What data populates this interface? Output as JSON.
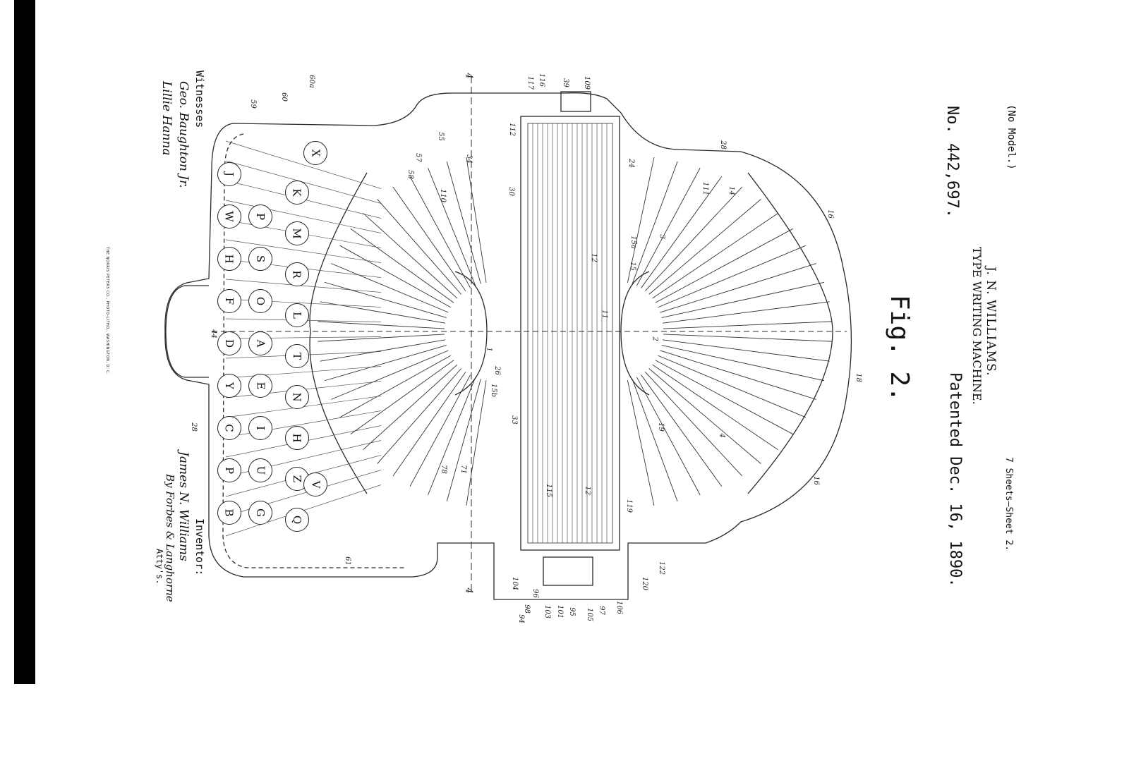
{
  "header": {
    "no_model": "(No Model.)",
    "sheets": "7 Sheets—Sheet 2.",
    "inventor_name": "J. N. WILLIAMS.",
    "title": "TYPE WRITING MACHINE.",
    "patent_number": "No. 442,697.",
    "patent_date": "Patented Dec. 16, 1890."
  },
  "figure": {
    "label": "Fig. 2."
  },
  "witnesses": {
    "label": "Witnesses",
    "signature_1": "Geo. Baughton Jr.",
    "signature_2": "Lillie Hanna"
  },
  "inventor_block": {
    "label": "Inventor:",
    "signature": "James N. Williams",
    "by_line": "By Forbes & Langhorne",
    "attys": "Atty's."
  },
  "printer_credit": "THE NORRIS PETERS CO., PHOTO-LITHO., WASHINGTON, D. C.",
  "section_marks": [
    "4",
    "4"
  ],
  "keys": {
    "row1": [
      "J",
      "W",
      "H",
      "F",
      "D",
      "Y",
      "C",
      "P",
      "B"
    ],
    "row2": [
      "P",
      "S",
      "O",
      "A",
      "E",
      "I",
      "U",
      "G"
    ],
    "row3": [
      "K",
      "M",
      "R",
      "L",
      "T",
      "N",
      "H",
      "Z",
      "Q"
    ],
    "row4": [
      "X",
      "V"
    ]
  },
  "reference_numerals": [
    "109",
    "39",
    "117",
    "116",
    "112",
    "28",
    "24",
    "111",
    "14",
    "16",
    "3",
    "15",
    "12",
    "11",
    "18",
    "2",
    "1",
    "19",
    "30",
    "33",
    "34",
    "55",
    "57",
    "58",
    "110",
    "60",
    "60a",
    "59",
    "61",
    "12",
    "15a",
    "15b",
    "78",
    "71",
    "104",
    "96",
    "98",
    "94",
    "103",
    "101",
    "95",
    "105",
    "97",
    "106",
    "120",
    "122",
    "115",
    "119",
    "4",
    "44",
    "28",
    "16",
    "26"
  ]
}
